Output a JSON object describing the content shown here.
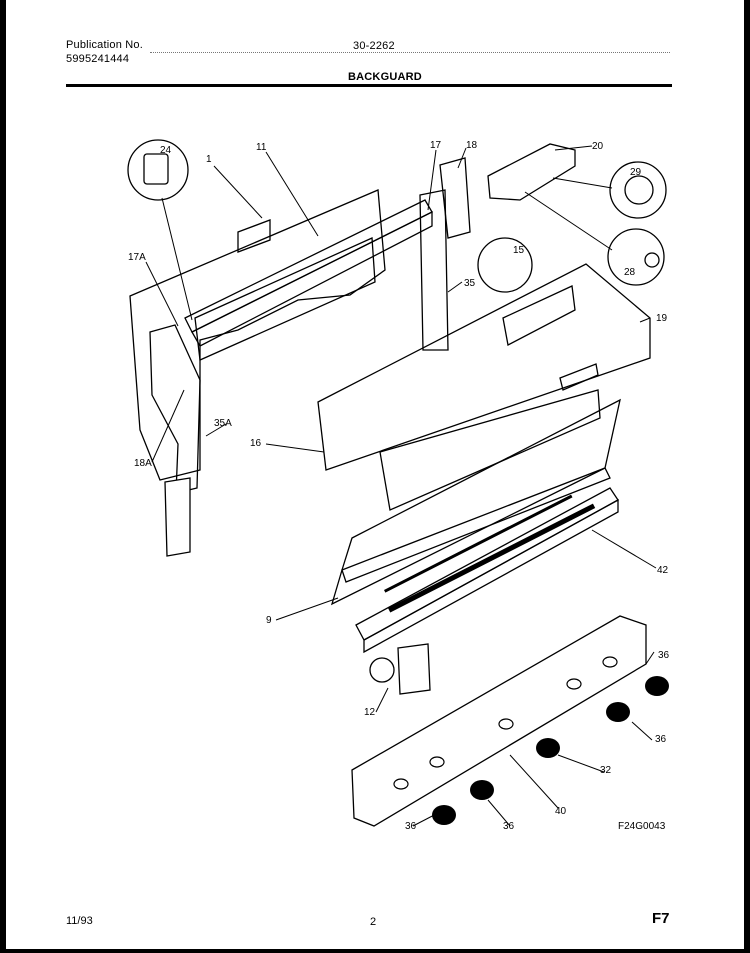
{
  "header": {
    "publication_label": "Publication No.",
    "publication_number": "5995241444",
    "document_code": "30-2262",
    "section_title": "BACKGUARD"
  },
  "diagram": {
    "figure_code": "F24G0043",
    "part_labels": [
      "1",
      "11",
      "17",
      "18",
      "20",
      "24",
      "29",
      "15",
      "35",
      "28",
      "17A",
      "19",
      "16",
      "35A",
      "18A",
      "9",
      "42",
      "36",
      "12",
      "36",
      "32",
      "40",
      "36",
      "36"
    ]
  },
  "footer": {
    "date": "11/93",
    "page_number": "2",
    "page_tag": "F7"
  }
}
